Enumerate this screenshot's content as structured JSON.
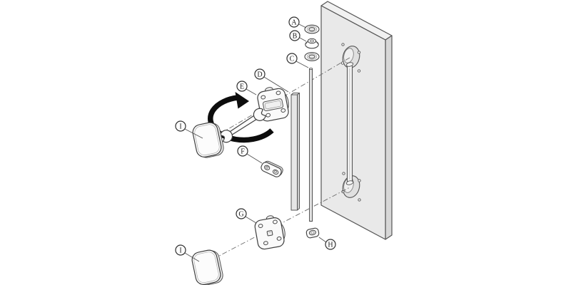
{
  "callouts": [
    {
      "letter": "A"
    },
    {
      "letter": "B"
    },
    {
      "letter": "C"
    },
    {
      "letter": "D"
    },
    {
      "letter": "E"
    },
    {
      "letter": "F"
    },
    {
      "letter": "G"
    },
    {
      "letter": "H"
    },
    {
      "letter": "I"
    },
    {
      "letter": "I"
    }
  ],
  "colors": {
    "line": "#4a4a4a",
    "panel_front": "#e9e9e9",
    "panel_top": "#f1f1f1",
    "panel_side": "#d7d7d7",
    "rotation_arrow": "#0d0d0d",
    "background": "#ffffff"
  }
}
